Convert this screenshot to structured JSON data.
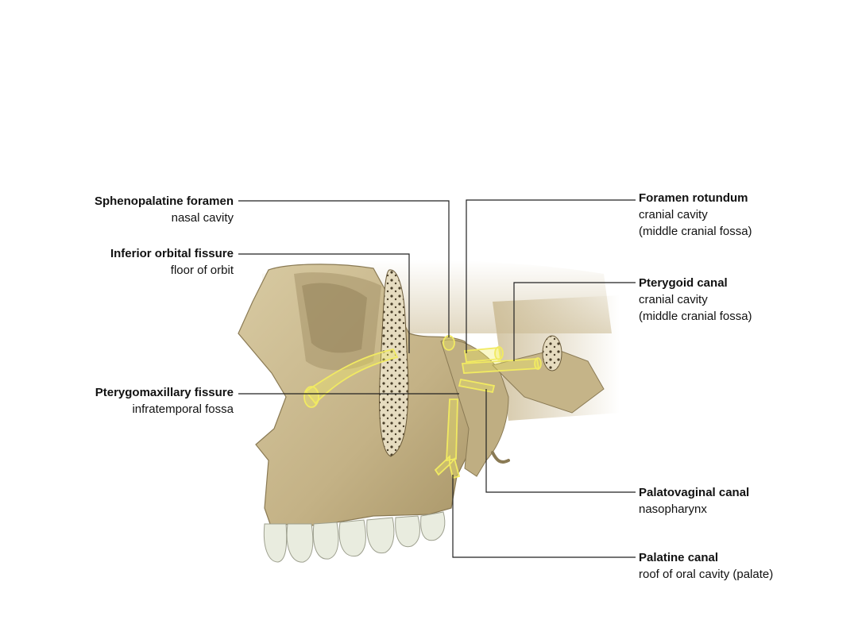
{
  "labels": {
    "sphenopalatine": {
      "title": "Sphenopalatine foramen",
      "lines": [
        "nasal cavity"
      ]
    },
    "inferior_orbital": {
      "title": "Inferior orbital fissure",
      "lines": [
        "floor of orbit"
      ]
    },
    "pterygomaxillary": {
      "title": "Pterygomaxillary fissure",
      "lines": [
        "infratemporal fossa"
      ]
    },
    "foramen_rotundum": {
      "title": "Foramen rotundum",
      "lines": [
        "cranial cavity",
        "(middle cranial fossa)"
      ]
    },
    "pterygoid_canal": {
      "title": "Pterygoid canal",
      "lines": [
        "cranial cavity",
        "(middle cranial fossa)"
      ]
    },
    "palatovaginal": {
      "title": "Palatovaginal canal",
      "lines": [
        "nasopharynx"
      ]
    },
    "palatine_canal": {
      "title": "Palatine canal",
      "lines": [
        "roof of oral cavity (palate)"
      ]
    }
  },
  "colors": {
    "bone": "#c9b88f",
    "bone_dark": "#9c8a62",
    "bone_light": "#ddd0ad",
    "canal_highlight": "#f1ea62",
    "teeth": "#e9ecdf",
    "leader_line": "#222222"
  }
}
